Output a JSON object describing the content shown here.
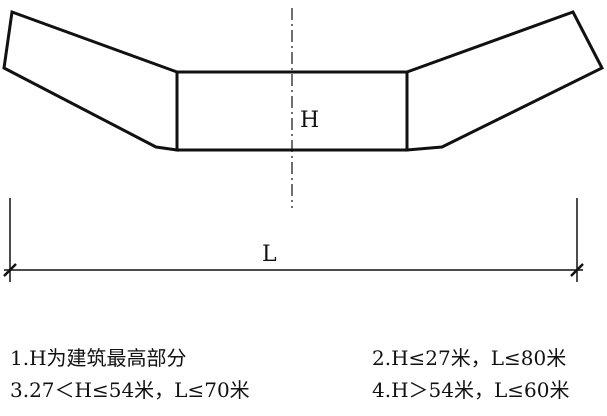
{
  "diagram": {
    "height_label": "H",
    "length_label": "L"
  },
  "notes": [
    "1.H为建筑最高部分",
    "2.H≤27米，L≤80米",
    "3.27＜H≤54米，L≤70米",
    "4.H＞54米，L≤60米"
  ],
  "colors": {
    "line": "#111111",
    "background": "#ffffff"
  }
}
